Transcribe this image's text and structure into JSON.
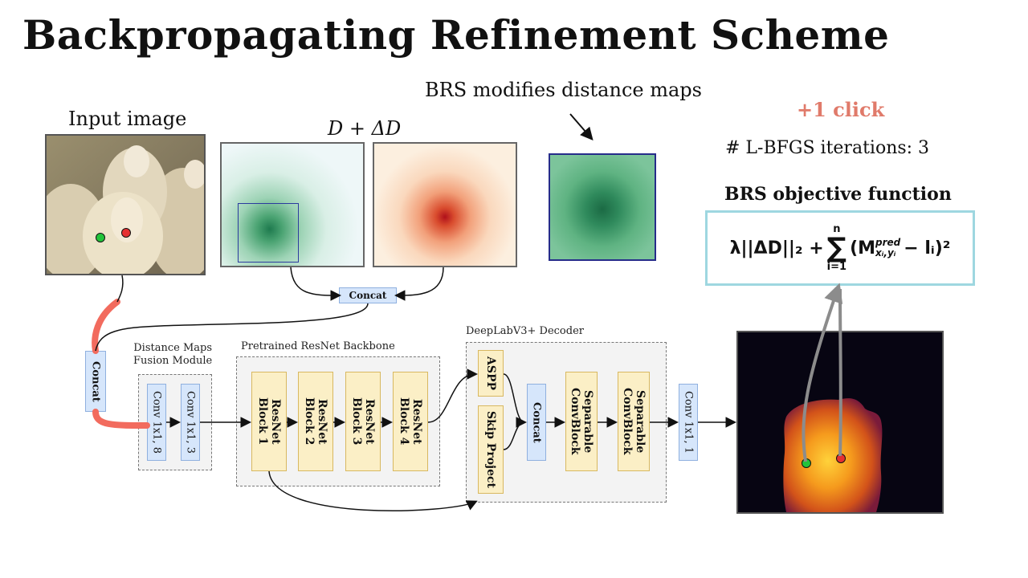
{
  "title": "Backpropagating Refinement Scheme",
  "labels": {
    "input_image": "Input image",
    "d_plus_delta": "D + ΔD",
    "brs_modifies": "BRS modifies distance maps",
    "plus_click": "+1 click",
    "lbfgs": "# L-BFGS iterations: 3",
    "objective_title": "BRS objective function",
    "dm_fusion_line1": "Distance Maps",
    "dm_fusion_line2": "Fusion Module",
    "backbone": "Pretrained ResNet Backbone",
    "decoder": "DeepLabV3+ Decoder"
  },
  "formula": {
    "lambda_term": "λ||ΔD||₂ +",
    "sum_sym": "∑",
    "sum_top": "n",
    "sum_bottom": "i=1",
    "body": "(M",
    "sup": "pred",
    "sub": "xᵢ,yᵢ",
    "tail": "− lᵢ)²"
  },
  "blocks": {
    "concat_top": "Concat",
    "concat_left": "Concat",
    "conv1": "Conv 1x1, 8",
    "conv2": "Conv 1x1, 3",
    "resnet1": "ResNet\nBlock 1",
    "resnet2": "ResNet\nBlock 2",
    "resnet3": "ResNet\nBlock 3",
    "resnet4": "ResNet\nBlock 4",
    "aspp": "ASPP",
    "skip": "Skip Project",
    "concat_mid": "Concat",
    "sep1": "Separable\nConvBlock",
    "sep2": "Separable\nConvBlock",
    "conv_out": "Conv 1x1, 1"
  },
  "colors": {
    "accent_click": "#e07a6a",
    "objective_border": "#9ed7e0",
    "backprop_arrow": "#f26b5e",
    "grad_arrow": "#8c8c8c",
    "positive_click": "#22c33a",
    "negative_click": "#e53030"
  }
}
